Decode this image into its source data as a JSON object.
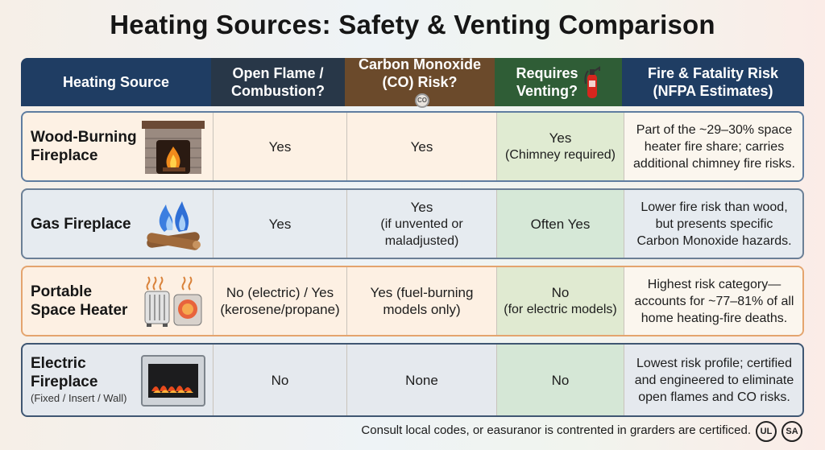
{
  "title": "Heating Sources: Safety & Venting Comparison",
  "headers": {
    "source": "Heating Source",
    "flame_l1": "Open Flame /",
    "flame_l2": "Combustion?",
    "co_l1": "Carbon Monoxide",
    "co_l2": "(CO) Risk?",
    "co_badge": "CO",
    "vent_l1": "Requires",
    "vent_l2": "Venting?",
    "risk_l1": "Fire & Fatality Risk",
    "risk_l2": "(NFPA Estimates)"
  },
  "rows": [
    {
      "name_l1": "Wood-Burning",
      "name_l2": "Fireplace",
      "flame": "Yes",
      "co_l1": "Yes",
      "vent_l1": "Yes",
      "vent_l2": "(Chimney required)",
      "risk_l1": "Part of the ~29–30% space",
      "risk_l2": "heater fire share; carries",
      "risk_l3": "additional chimney fire risks."
    },
    {
      "name_l1": "Gas Fireplace",
      "flame": "Yes",
      "co_l1": "Yes",
      "co_l2": "(if unvented or",
      "co_l3": "maladjusted)",
      "vent_l1": "Often Yes",
      "risk_l1": "Lower fire risk than wood,",
      "risk_l2": "but presents specific",
      "risk_l3": "Carbon Monoxide hazards."
    },
    {
      "name_l1": "Portable",
      "name_l2": "Space Heater",
      "flame_l1": "No (electric) / Yes",
      "flame_l2": "(kerosene/propane)",
      "co_l1": "Yes (fuel-burning",
      "co_l2": "models only)",
      "vent_l1": "No",
      "vent_l2": "(for electric models)",
      "risk_l1": "Highest risk category—",
      "risk_l2": "accounts for ~77–81% of all",
      "risk_l3": "home heating-fire deaths."
    },
    {
      "name_l1": "Electric",
      "name_l2": "Fireplace",
      "name_sub": "(Fixed / Insert / Wall)",
      "flame": "No",
      "co_l1": "None",
      "vent_l1": "No",
      "risk_l1": "Lowest risk profile; certified",
      "risk_l2": "and engineered to eliminate",
      "risk_l3": "open flames and CO risks."
    }
  ],
  "footer": {
    "note": "Consult local codes, or easuranor is contrented in grarders are certificed.",
    "ul_badge": "UL",
    "csa_badge": "SA"
  },
  "colors": {
    "header_blue": "#1f3d63",
    "header_dark": "#283748",
    "header_brown": "#6b4a2b",
    "header_green": "#2f5d36",
    "portable_border": "#e4a46e"
  }
}
